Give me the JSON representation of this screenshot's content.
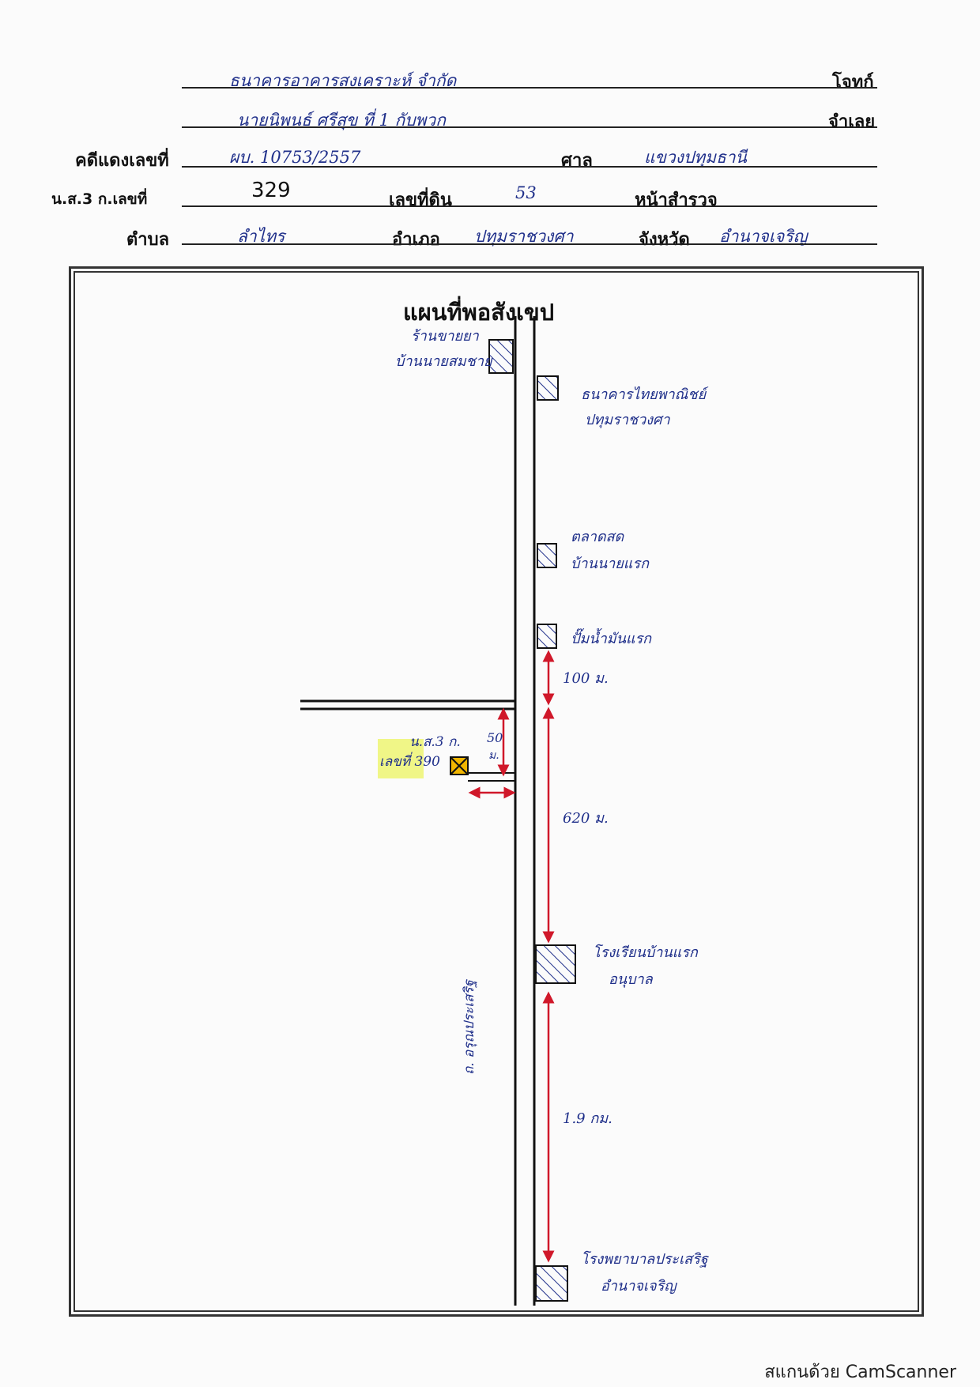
{
  "header": {
    "plaintiff_value": "ธนาคารอาคารสงเคราะห์ จำกัด",
    "plaintiff_label": "โจทก์",
    "defendant_value": "นายนิพนธ์ ศรีสุข ที่ 1 กับพวก",
    "defendant_label": "จำเลย",
    "case_label": "คดีแดงเลขที่",
    "case_value": "ผบ. 10753/2557",
    "court_label": "ศาล",
    "court_value": "แขวงปทุมธานี",
    "nos3k_label": "น.ส.3 ก.เลขที่",
    "nos3k_value": "329",
    "land_no_label": "เลขที่ดิน",
    "land_no_value": "53",
    "survey_page_label": "หน้าสำรวจ",
    "subdistrict_label": "ตำบล",
    "subdistrict_value": "ลำไทร",
    "district_label": "อำเภอ",
    "district_value": "ปทุมราชวงศา",
    "province_label": "จังหวัด",
    "province_value": "อำนาจเจริญ"
  },
  "map": {
    "title": "แผนที่พอสังเขป",
    "landmarks": {
      "top_left_1": "ร้านขายยา",
      "top_left_2": "บ้านนายสมชาย",
      "top_right_1": "ธนาคารไทยพาณิชย์",
      "top_right_2": "ปทุมราชวงศา",
      "mid_right_1": "ตลาดสด",
      "mid_right_2": "บ้านนายแรก",
      "mid_right_3": "ปั๊มน้ำมันแรก",
      "school_1": "โรงเรียนบ้านแรก",
      "school_2": "อนุบาล",
      "bottom_1": "โรงพยาบาลประเสริฐ",
      "bottom_2": "อำนาจเจริญ"
    },
    "parcel_label_1": "น.ส.3 ก.",
    "parcel_label_2": "เลขที่ 390",
    "dist_side": "50",
    "dist_side_unit": "ม.",
    "dist_100": "100 ม.",
    "dist_620": "620 ม.",
    "dist_19": "1.9 กม.",
    "road_name": "ถ. อรุณประเสริฐ"
  },
  "footer": "สแกนด้วย CamScanner",
  "colors": {
    "ink": "#1f2f8a",
    "arrow": "#d0182a",
    "parcel": "#f2b600",
    "highlight": "#eef56a"
  }
}
